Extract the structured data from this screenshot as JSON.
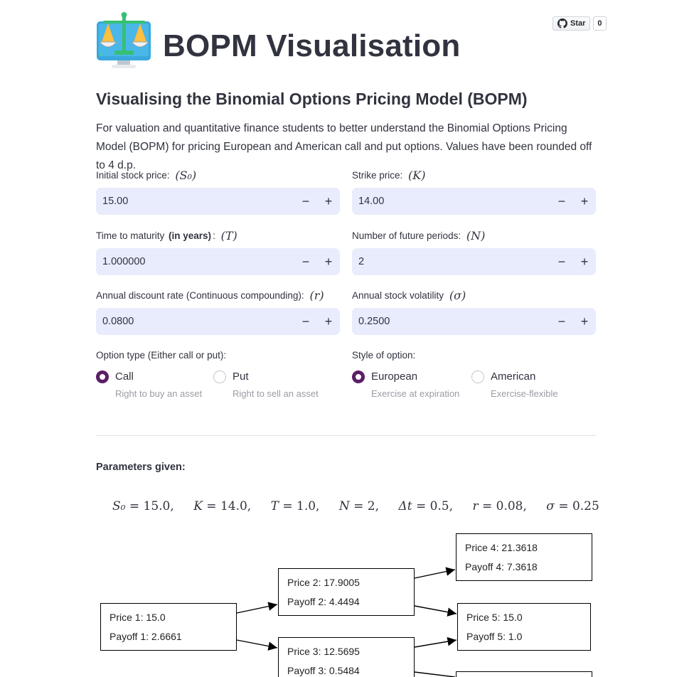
{
  "header": {
    "title": "BOPM Visualisation",
    "star_label": "Star",
    "star_count": "0"
  },
  "subtitle": "Visualising the Binomial Options Pricing Model (BOPM)",
  "description": "For valuation and quantitative finance students to better understand the Binomial Options Pricing Model (BOPM) for pricing European and American call and put options. Values have been rounded off to 4 d.p.",
  "inputs": {
    "initial_price": {
      "label": "Initial stock price:",
      "symbol": "(S₀)",
      "value": "15.00"
    },
    "strike_price": {
      "label": "Strike price:",
      "symbol": "(K)",
      "value": "14.00"
    },
    "maturity": {
      "label_pre": "Time to maturity ",
      "label_bold": "(in years)",
      "label_post": ":",
      "symbol": "(T)",
      "value": "1.000000"
    },
    "periods": {
      "label": "Number of future periods:",
      "symbol": "(N)",
      "value": "2"
    },
    "discount_rate": {
      "label": "Annual discount rate (Continuous compounding):",
      "symbol": "(r)",
      "value": "0.0800"
    },
    "volatility": {
      "label": "Annual stock volatility",
      "symbol": "(σ)",
      "value": "0.2500"
    }
  },
  "option_type": {
    "label": "Option type (Either call or put):",
    "options": [
      {
        "label": "Call",
        "help": "Right to buy an asset",
        "selected": true
      },
      {
        "label": "Put",
        "help": "Right to sell an asset",
        "selected": false
      }
    ]
  },
  "option_style": {
    "label": "Style of option:",
    "options": [
      {
        "label": "European",
        "help": "Exercise at expiration",
        "selected": true
      },
      {
        "label": "American",
        "help": "Exercise-flexible",
        "selected": false
      }
    ]
  },
  "params": {
    "title": "Parameters given:",
    "items": [
      {
        "sym": "S₀",
        "val": "= 15.0,"
      },
      {
        "sym": "K",
        "val": "= 14.0,"
      },
      {
        "sym": "T",
        "val": "= 1.0,"
      },
      {
        "sym": "N",
        "val": "= 2,"
      },
      {
        "sym": "Δt",
        "val": "= 0.5,"
      },
      {
        "sym": "r",
        "val": "= 0.08,"
      },
      {
        "sym": "σ",
        "val": "= 0.25"
      }
    ]
  },
  "tree": {
    "nodes": [
      {
        "price": "Price 1: 15.0",
        "payoff": "Payoff 1: 2.6661"
      },
      {
        "price": "Price 2: 17.9005",
        "payoff": "Payoff 2: 4.4494"
      },
      {
        "price": "Price 3: 12.5695",
        "payoff": "Payoff 3: 0.5484"
      },
      {
        "price": "Price 4: 21.3618",
        "payoff": "Payoff 4: 7.3618"
      },
      {
        "price": "Price 5: 15.0",
        "payoff": "Payoff 5: 1.0"
      }
    ]
  }
}
